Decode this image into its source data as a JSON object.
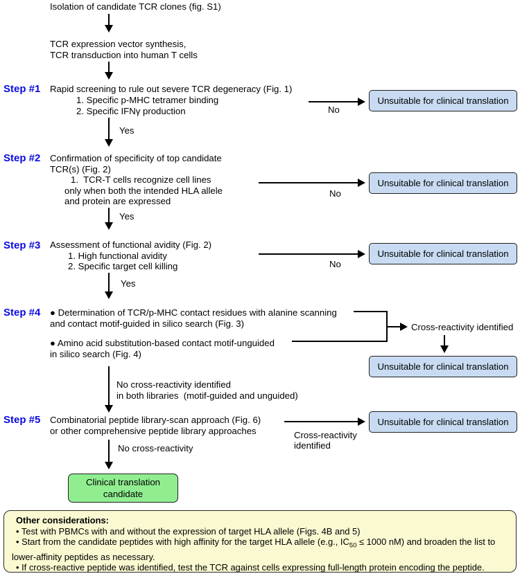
{
  "colors": {
    "step_label_blue": "#0A0AE0",
    "unsuitable_box_fill": "#C8DBF2",
    "candidate_box_fill": "#90EE90",
    "considerations_box_fill": "#FAF9D2",
    "arrow_black": "#000000"
  },
  "start_node": {
    "text": "Isolation of candidate TCR clones (fig. S1)"
  },
  "vector_node": {
    "line1": "TCR expression vector synthesis,",
    "line2": "TCR transduction into human T cells"
  },
  "steps": [
    {
      "label": "Step #1",
      "line1": "Rapid screening to rule out severe TCR degeneracy (Fig. 1)",
      "item1": "1. Specific p-MHC tetramer binding",
      "item2": "2. Specific IFNγ production",
      "yes": "Yes",
      "no": "No"
    },
    {
      "label": "Step #2",
      "line1": "Confirmation of specificity of top candidate",
      "line2": "TCR(s) (Fig. 2)",
      "item1": "1.  TCR-T cells recognize cell lines",
      "item2": "only when both the intended HLA allele",
      "item3": "and protein are expressed",
      "yes": "Yes",
      "no": "No"
    },
    {
      "label": "Step #3",
      "line1": "Assessment of functional avidity (Fig. 2)",
      "item1": "1. High functional avidity",
      "item2": "2. Specific target cell killing",
      "yes": "Yes",
      "no": "No"
    },
    {
      "label": "Step #4",
      "bullet1_line1": "● Determination of TCR/p-MHC contact residues with alanine scanning",
      "bullet1_line2": "and contact motif-guided in silico search (Fig. 3)",
      "bullet2_line1": "● Amino acid substitution-based contact motif-unguided",
      "bullet2_line2": "in silico search (Fig. 4)",
      "cross_label": "Cross-reactivity identified",
      "no_cross_line1": "No cross-reactivity identified",
      "no_cross_line2": "in both libraries  (motif-guided and unguided)"
    },
    {
      "label": "Step #5",
      "line1": "Combinatorial peptide library-scan approach (Fig. 6)",
      "line2": "or other comprehensive peptide library approaches",
      "cross_line1": "Cross-reactivity",
      "cross_line2": "identified",
      "no_cross": "No cross-reactivity"
    }
  ],
  "unsuitable_box_label": "Unsuitable for clinical translation",
  "candidate_box": {
    "line1": "Clinical translation",
    "line2": "candidate"
  },
  "considerations": {
    "heading": "Other considerations:",
    "bullet1": "• Test with PBMCs with and without the expression of target HLA allele (Figs. 4B and 5)",
    "bullet2_pre": "• Start from the candidate peptides with high affinity for the target HLA allele (e.g., IC",
    "bullet2_sub": "50",
    "bullet2_post": " ≤ 1000 nM) and broaden the list to",
    "bullet2_cont": "lower-affinity peptides as necessary.",
    "bullet3": "• If cross-reactive peptide was identified, test the TCR against cells expressing full-length protein encoding the peptide."
  }
}
